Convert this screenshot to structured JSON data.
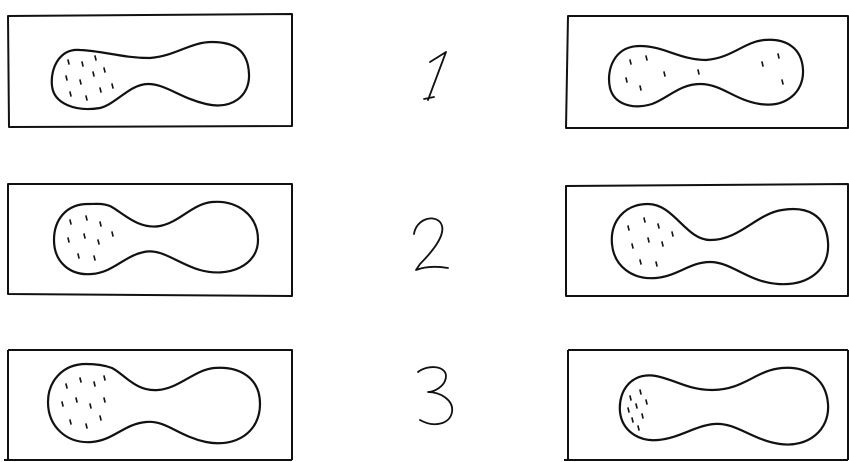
{
  "rows": [
    {
      "label": "1",
      "left_panel": {
        "blob": "narrow-neck",
        "particle_count": 11,
        "particle_side": "left"
      },
      "right_panel": {
        "blob": "narrow-neck",
        "particle_count": 9,
        "particle_side": "both"
      }
    },
    {
      "label": "2",
      "left_panel": {
        "blob": "medium-neck",
        "particle_count": 9,
        "particle_side": "left"
      },
      "right_panel": {
        "blob": "medium-neck",
        "particle_count": 9,
        "particle_side": "left"
      }
    },
    {
      "label": "3",
      "left_panel": {
        "blob": "wide-neck",
        "particle_count": 11,
        "particle_side": "left"
      },
      "right_panel": {
        "blob": "wide-neck",
        "particle_count": 8,
        "particle_side": "left-edge"
      }
    }
  ]
}
